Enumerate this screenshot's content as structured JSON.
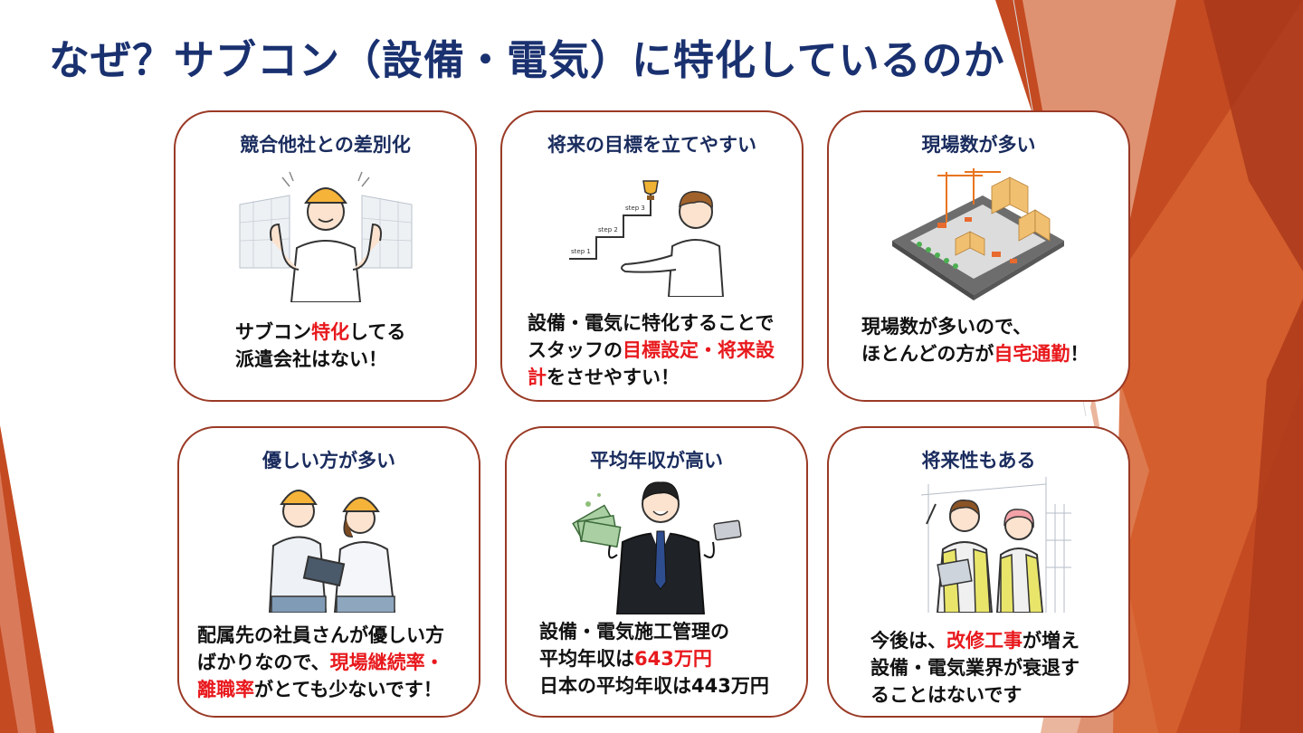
{
  "slide": {
    "title": "なぜ？サブコン（設備・電気）に特化しているのか"
  },
  "cards": [
    {
      "title": "競合他社との差別化",
      "lines": [
        [
          {
            "t": "サブコン"
          },
          {
            "t": "特化",
            "hl": true
          },
          {
            "t": "してる"
          }
        ],
        [
          {
            "t": "派遣会社はない！"
          }
        ]
      ]
    },
    {
      "title": "将来の目標を立てやすい",
      "illus_labels": [
        "step 1",
        "step 2",
        "step 3"
      ],
      "lines": [
        [
          {
            "t": "設備・電気に特化することで"
          }
        ],
        [
          {
            "t": "スタッフの"
          },
          {
            "t": "目標設定・将来設",
            "hl": true
          }
        ],
        [
          {
            "t": "計",
            "hl": true
          },
          {
            "t": "をさせやすい！"
          }
        ]
      ]
    },
    {
      "title": "現場数が多い",
      "lines": [
        [
          {
            "t": "現場数が多いので、"
          }
        ],
        [
          {
            "t": "ほとんどの方が"
          },
          {
            "t": "自宅通勤",
            "hl": true
          },
          {
            "t": "！"
          }
        ]
      ]
    },
    {
      "title": "優しい方が多い",
      "lines": [
        [
          {
            "t": "配属先の社員さんが優しい方"
          }
        ],
        [
          {
            "t": "ばかりなので、"
          },
          {
            "t": "現場継続率・",
            "hl": true
          }
        ],
        [
          {
            "t": "離職率",
            "hl": true
          },
          {
            "t": "がとても少ないです！"
          }
        ]
      ]
    },
    {
      "title": "平均年収が高い",
      "lines": [
        [
          {
            "t": "設備・電気施工管理の"
          }
        ],
        [
          {
            "t": "平均年収は"
          },
          {
            "t": "643万円",
            "hl": true
          }
        ],
        [
          {
            "t": "日本の平均年収は443万円"
          }
        ]
      ]
    },
    {
      "title": "将来性もある",
      "lines": [
        [
          {
            "t": "今後は、"
          },
          {
            "t": "改修工事",
            "hl": true
          },
          {
            "t": "が増え"
          }
        ],
        [
          {
            "t": "設備・電気業界が衰退す"
          }
        ],
        [
          {
            "t": "ることはないです"
          }
        ]
      ]
    }
  ],
  "colors": {
    "title": "#1a3170",
    "card_title": "#1a2c5e",
    "highlight": "#e8191d",
    "card_border": "#9a3a26",
    "accent_orange": "#d8552a"
  }
}
